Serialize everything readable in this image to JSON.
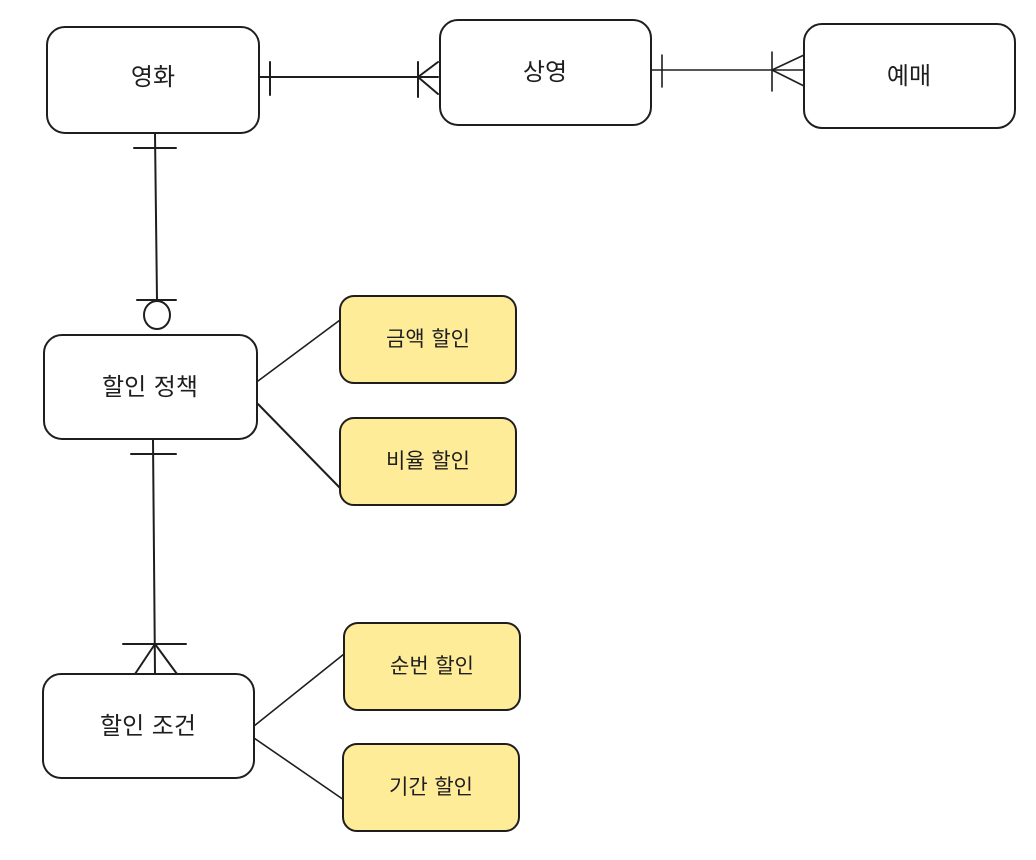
{
  "entities": {
    "movie": "영화",
    "screening": "상영",
    "booking": "예매",
    "discount_policy": "할인 정책",
    "discount_condition": "할인 조건"
  },
  "subtypes": {
    "amount_discount": "금액 할인",
    "percent_discount": "비율 할인",
    "sequence_discount": "순번 할인",
    "period_discount": "기간 할인"
  },
  "colors": {
    "stroke": "#1e1e1e",
    "entity_fill": "#ffffff",
    "subtype_fill": "#ffec99"
  },
  "relationships": [
    {
      "from": "movie",
      "to": "screening",
      "from_card": "one",
      "to_card": "one-or-many"
    },
    {
      "from": "screening",
      "to": "booking",
      "from_card": "one",
      "to_card": "one-or-many"
    },
    {
      "from": "movie",
      "to": "discount_policy",
      "from_card": "one",
      "to_card": "zero-or-one"
    },
    {
      "from": "discount_policy",
      "to": "discount_condition",
      "from_card": "one",
      "to_card": "one-or-many"
    },
    {
      "from": "discount_policy",
      "to": "amount_discount",
      "type": "subtype"
    },
    {
      "from": "discount_policy",
      "to": "percent_discount",
      "type": "subtype"
    },
    {
      "from": "discount_condition",
      "to": "sequence_discount",
      "type": "subtype"
    },
    {
      "from": "discount_condition",
      "to": "period_discount",
      "type": "subtype"
    }
  ]
}
